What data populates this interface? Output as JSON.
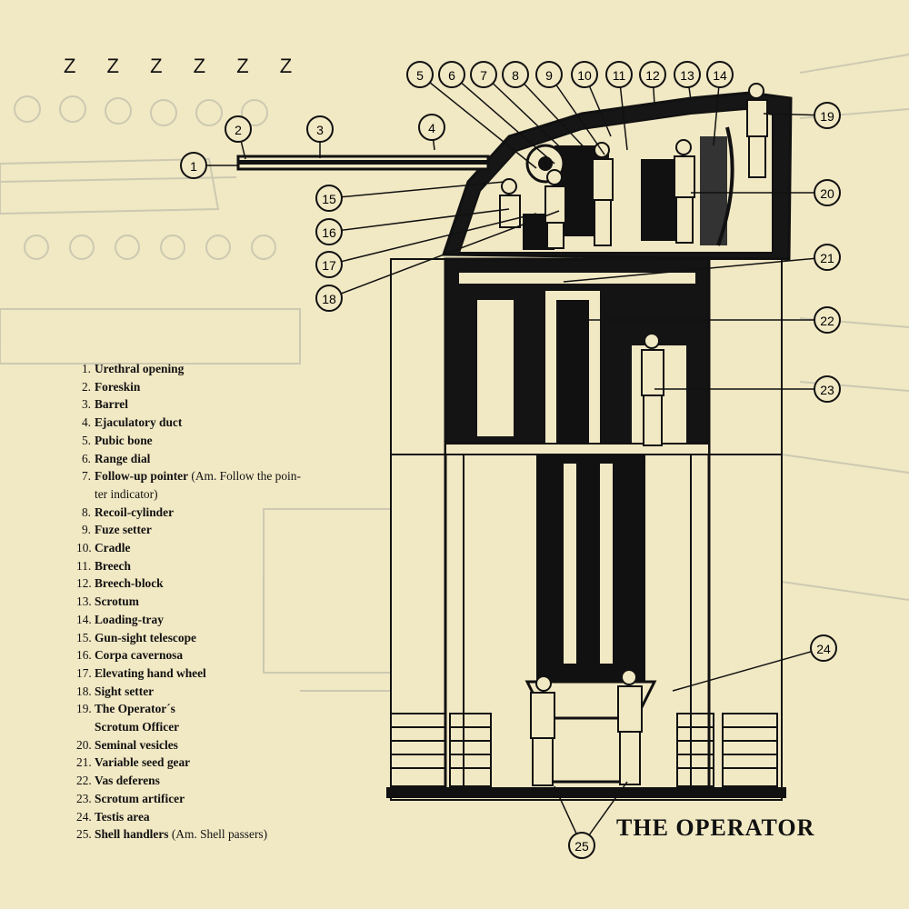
{
  "zzz": "Z Z Z Z Z Z",
  "title": "THE OPERATOR",
  "legend": [
    {
      "n": "1.",
      "label": "Urethral opening"
    },
    {
      "n": "2.",
      "label": "Foreskin"
    },
    {
      "n": "3.",
      "label": "Barrel"
    },
    {
      "n": "4.",
      "label": "Ejaculatory duct"
    },
    {
      "n": "5.",
      "label": "Pubic bone"
    },
    {
      "n": "6.",
      "label": "Range dial"
    },
    {
      "n": "7.",
      "label": "Follow-up pointer",
      "note": " (Am. Follow the poin-",
      "cont": "ter indicator)"
    },
    {
      "n": "8.",
      "label": "Recoil-cylinder"
    },
    {
      "n": "9.",
      "label": "Fuze setter"
    },
    {
      "n": "10.",
      "label": "Cradle"
    },
    {
      "n": "11.",
      "label": "Breech"
    },
    {
      "n": "12.",
      "label": "Breech-block"
    },
    {
      "n": "13.",
      "label": "Scrotum"
    },
    {
      "n": "14.",
      "label": "Loading-tray"
    },
    {
      "n": "15.",
      "label": "Gun-sight telescope"
    },
    {
      "n": "16.",
      "label": "Corpa cavernosa"
    },
    {
      "n": "17.",
      "label": "Elevating hand wheel"
    },
    {
      "n": "18.",
      "label": "Sight setter"
    },
    {
      "n": "19.",
      "label": "The Operator´s",
      "cont": "Scrotum Officer",
      "contBold": true
    },
    {
      "n": "20.",
      "label": "Seminal vesicles"
    },
    {
      "n": "21.",
      "label": "Variable seed gear"
    },
    {
      "n": "22.",
      "label": "Vas deferens"
    },
    {
      "n": "23.",
      "label": "Scrotum artificer"
    },
    {
      "n": "24.",
      "label": "Testis area"
    },
    {
      "n": "25.",
      "label": "Shell handlers",
      "note": " (Am. Shell passers)"
    }
  ],
  "callouts": [
    "1",
    "2",
    "3",
    "4",
    "5",
    "6",
    "7",
    "8",
    "9",
    "10",
    "11",
    "12",
    "13",
    "14",
    "15",
    "16",
    "17",
    "18",
    "19",
    "20",
    "21",
    "22",
    "23",
    "24",
    "25"
  ],
  "colors": {
    "paper": "#f1e8c4",
    "ink": "#111111",
    "ghost": "#c9c6b0"
  }
}
